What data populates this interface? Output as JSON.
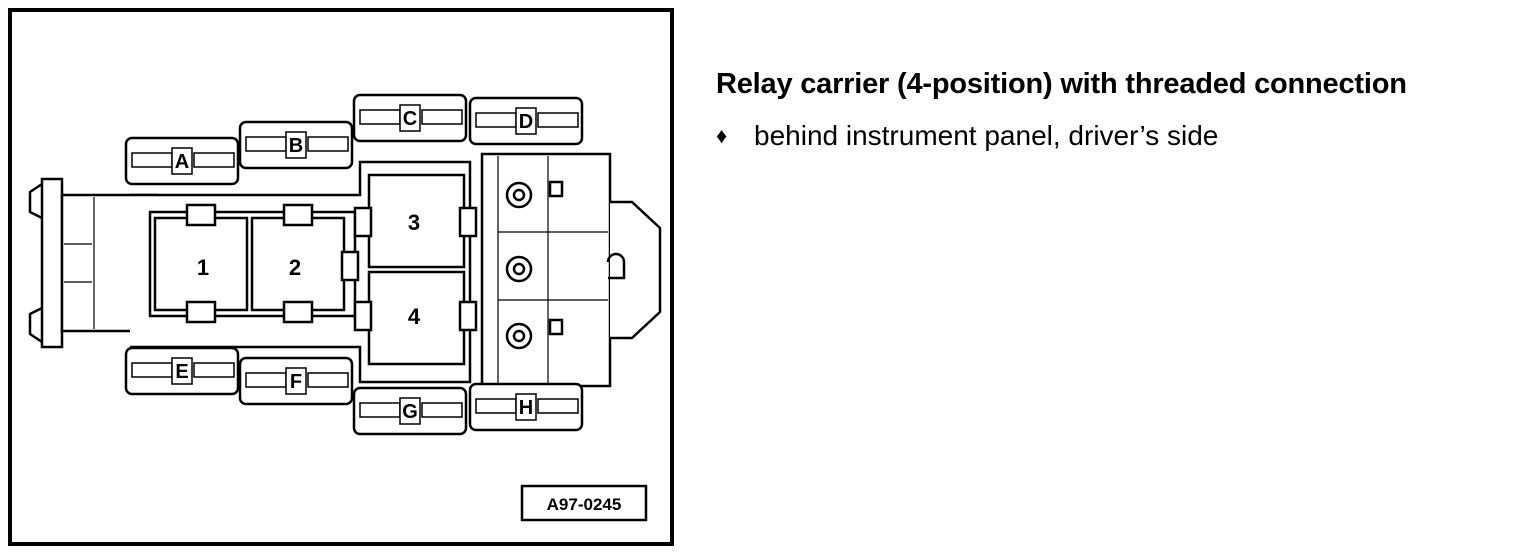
{
  "figure_id": "A97-0245",
  "title": "Relay carrier (4-position) with threaded connection",
  "bullets": [
    {
      "icon": "diamond-icon",
      "text": "behind instrument panel, driver’s side"
    }
  ],
  "relay_positions": [
    "1",
    "2",
    "3",
    "4"
  ],
  "connectors": [
    "A",
    "B",
    "C",
    "D",
    "E",
    "F",
    "G",
    "H"
  ]
}
